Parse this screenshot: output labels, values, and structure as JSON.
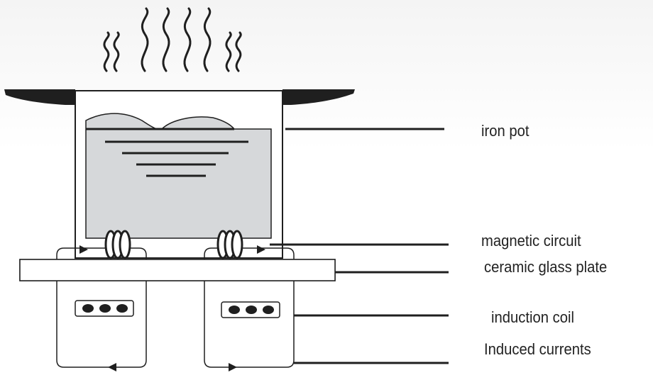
{
  "labels": {
    "iron_pot": "iron pot",
    "magnetic_circuit": "magnetic circuit",
    "ceramic_glass_plate": "ceramic glass plate",
    "induction_coil": "induction coil",
    "induced_currents": "Induced currents"
  },
  "colors": {
    "stroke": "#1f1f1f",
    "liquid_fill": "#d6d8da",
    "background": "#ffffff"
  }
}
